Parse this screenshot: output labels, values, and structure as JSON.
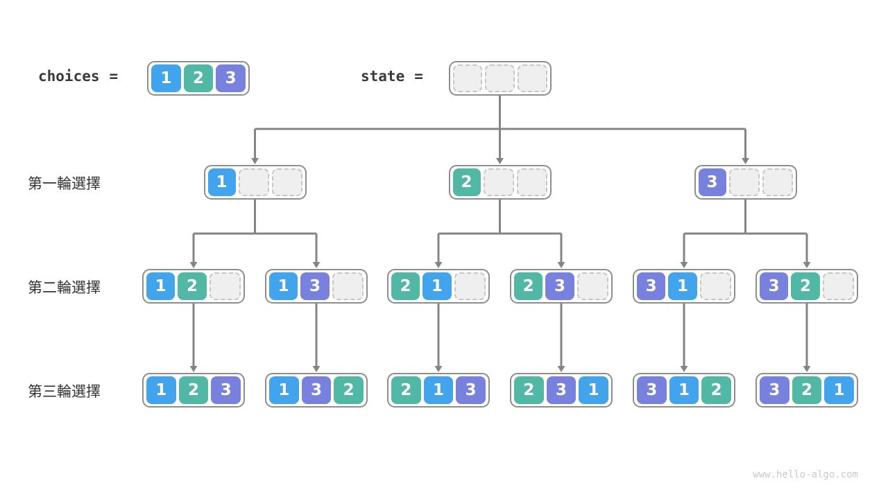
{
  "page": {
    "watermark": "www.hello-algo.com",
    "background": "#ffffff"
  },
  "colors": {
    "1": "#41A4EC",
    "2": "#50B8A4",
    "3": "#7882DE",
    "empty_fill": "#EFEFEF",
    "empty_border": "#C6C6C6",
    "box_border": "#8D8D8D",
    "connector": "#848484",
    "label_text": "#3A3A3A"
  },
  "legend": {
    "choices_label": "choices",
    "state_label": "state",
    "equals": "="
  },
  "rows": [
    {
      "label": "第一輪選擇"
    },
    {
      "label": "第二輪選擇"
    },
    {
      "label": "第三輪選擇"
    }
  ],
  "diagram": {
    "choices": [
      1,
      2,
      3
    ],
    "state": [
      null,
      null,
      null
    ],
    "level1": [
      [
        1,
        null,
        null
      ],
      [
        2,
        null,
        null
      ],
      [
        3,
        null,
        null
      ]
    ],
    "level2": [
      [
        1,
        2,
        null
      ],
      [
        1,
        3,
        null
      ],
      [
        2,
        1,
        null
      ],
      [
        2,
        3,
        null
      ],
      [
        3,
        1,
        null
      ],
      [
        3,
        2,
        null
      ]
    ],
    "level3": [
      [
        1,
        2,
        3
      ],
      [
        1,
        3,
        2
      ],
      [
        2,
        1,
        3
      ],
      [
        2,
        3,
        1
      ],
      [
        3,
        1,
        2
      ],
      [
        3,
        2,
        1
      ]
    ]
  }
}
